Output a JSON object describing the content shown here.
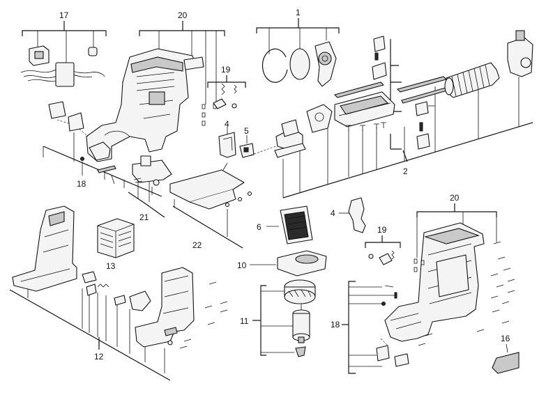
{
  "callouts": [
    {
      "id": "c1",
      "text": "1"
    },
    {
      "id": "c2",
      "text": "2"
    },
    {
      "id": "c4a",
      "text": "4"
    },
    {
      "id": "c4b",
      "text": "4"
    },
    {
      "id": "c5",
      "text": "5"
    },
    {
      "id": "c6",
      "text": "6"
    },
    {
      "id": "c10",
      "text": "10"
    },
    {
      "id": "c11",
      "text": "11"
    },
    {
      "id": "c12",
      "text": "12"
    },
    {
      "id": "c13",
      "text": "13"
    },
    {
      "id": "c16",
      "text": "16"
    },
    {
      "id": "c17",
      "text": "17"
    },
    {
      "id": "c18a",
      "text": "18"
    },
    {
      "id": "c18b",
      "text": "18"
    },
    {
      "id": "c19a",
      "text": "19"
    },
    {
      "id": "c19b",
      "text": "19"
    },
    {
      "id": "c20a",
      "text": "20"
    },
    {
      "id": "c20b",
      "text": "20"
    },
    {
      "id": "c21",
      "text": "21"
    },
    {
      "id": "c22",
      "text": "22"
    }
  ]
}
